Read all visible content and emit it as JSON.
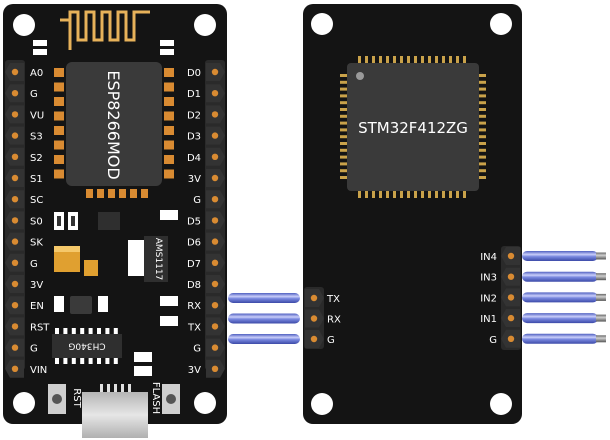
{
  "nodemcu": {
    "module_label": "ESP8266MOD",
    "regulator_label": "AMS1117",
    "usb_chip_label": "CH340G",
    "rst_button_label": "RST",
    "flash_button_label": "FLASH",
    "left_pins": [
      "A0",
      "G",
      "VU",
      "S3",
      "S2",
      "S1",
      "SC",
      "S0",
      "SK",
      "G",
      "3V",
      "EN",
      "RST",
      "G",
      "VIN"
    ],
    "right_pins": [
      "D0",
      "D1",
      "D2",
      "D3",
      "D4",
      "3V",
      "G",
      "D5",
      "D6",
      "D7",
      "D8",
      "RX",
      "TX",
      "G",
      "3V"
    ]
  },
  "stm32": {
    "chip_label": "STM32F412ZG",
    "uart_pins": [
      "TX",
      "RX",
      "G"
    ],
    "input_pins": [
      "IN4",
      "IN3",
      "IN2",
      "IN1",
      "G"
    ]
  },
  "colors": {
    "board": "#141414",
    "pin_header": "#2a2a2a",
    "pin_gold": "#d98b32",
    "wire": "#6f7fd6",
    "wire_highlight": "#c7cdfa",
    "wire_tip": "#8a8a8a",
    "ic": "#2f2f2f",
    "ic_pin": "#c9a24a",
    "capacitor": "#e0a030"
  }
}
